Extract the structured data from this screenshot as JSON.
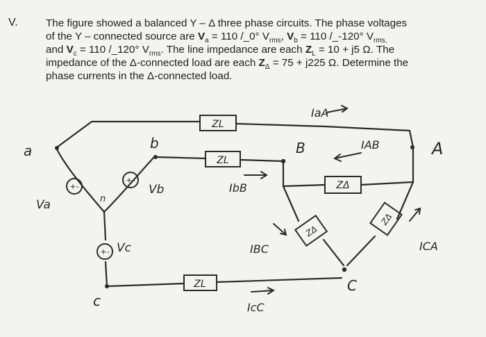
{
  "question": {
    "number": "V.",
    "line1": "The figure showed a balanced Y – Δ three phase circuits. The phase voltages",
    "line2_pre": "of the Y – connected source are ",
    "va": "V",
    "va_sub": "a",
    "va_val": " = 110 /_0° V",
    "va_unit_sub": "rms",
    "sep1": ", ",
    "vb": "V",
    "vb_sub": "b",
    "vb_val": " = 110 /_-120° V",
    "vb_unit_sub": "rms,",
    "line3_pre": "and ",
    "vc": "V",
    "vc_sub": "c",
    "vc_val": " = 110 /_120° V",
    "vc_unit_sub": "rms",
    "line3_mid": ". The line impedance are each ",
    "zl": "Z",
    "zl_sub": "L",
    "zl_val": " = 10 + j5 Ω. The",
    "line4_pre": "impedance of the Δ-connected load are each ",
    "zd": "Z",
    "zd_sub": "Δ",
    "zd_val": " = 75 + j225 Ω. Determine the",
    "line5": "phase currents in the Δ-connected load."
  },
  "figure": {
    "node_a": "a",
    "node_b": "b",
    "node_c": "c",
    "node_n": "n",
    "node_A": "A",
    "node_B": "B",
    "node_C": "C",
    "src_a": "Va",
    "src_b": "Vb",
    "src_c": "Vc",
    "zl_top": "ZL",
    "zl_mid": "ZL",
    "zl_bot": "ZL",
    "zd_ab": "ZΔ",
    "zd_bc": "ZΔ",
    "zd_ca": "ZΔ",
    "i_aA": "IaA",
    "i_AB": "IAB",
    "i_bB": "IbB",
    "i_BC": "IBC",
    "i_CA": "ICA",
    "i_cC": "IcC"
  }
}
